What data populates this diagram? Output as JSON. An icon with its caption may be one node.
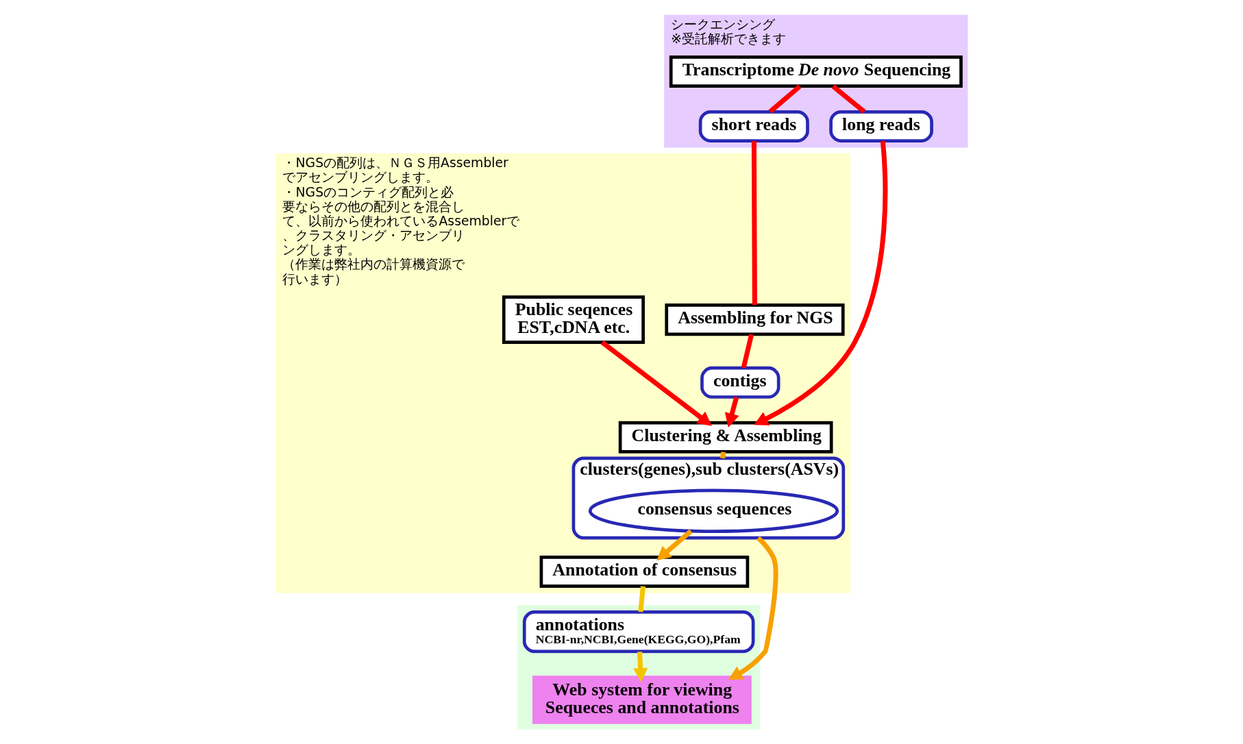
{
  "diagram": {
    "nodes": [
      {
        "text": [
          "シークエンシング",
          "※受託解析できます"
        ]
      },
      {
        "text": [
          "Transcriptome *De novo* Sequencing"
        ],
        "in": 0
      },
      {
        "text": [
          "long reads"
        ],
        "in": 0
      },
      {
        "text": [
          "short reads"
        ],
        "in": 0
      },
      {
        "text": [
          "・NGSの配列は、ＮＧＳ用Assemblerでアセンブリングします。",
          "・NGSのコンティグ配列と必要ならその他の配列とを混合して、以前から使われているAssemblerで、クラスタリング・アセンブリングします。",
          "（作業は弊社内の計算機資源で行います）"
        ]
      },
      {
        "text": [
          "Public seqences EST,cDNA etc."
        ],
        "in": 4
      },
      {
        "text": [
          "Assembling for NGS"
        ],
        "in": 4
      },
      {
        "text": [
          "contigs"
        ],
        "in": 4
      },
      {
        "text": [
          "Clustering & Assembling"
        ],
        "in": 4
      },
      {
        "text": [
          "clusters(genes),sub clusters(ASVs)"
        ],
        "in": 4
      },
      {
        "text": [
          "consensus sequences"
        ],
        "in": 9
      },
      {
        "text": [
          "Annotation of consensus"
        ],
        "in": 4
      },
      {
        "text": [],
        "shape": "band"
      },
      {
        "text": [
          "annotations",
          "NCBI-nr,NCBI,Gene(KEGG,GO),Pfam"
        ],
        "in": 12
      },
      {
        "text": [
          "Web system for viewing Sequeces and annotations"
        ],
        "in": 12
      }
    ],
    "edges": [
      {
        "from": 1,
        "to": 2,
        "arrow": "none"
      },
      {
        "from": 2,
        "to": 8,
        "arrow": "to"
      },
      {
        "from": 1,
        "to": 3,
        "arrow": "none"
      },
      {
        "from": 3,
        "to": 6,
        "arrow": "none"
      },
      {
        "from": 6,
        "to": 7,
        "arrow": "none"
      },
      {
        "from": 7,
        "to": 8,
        "arrow": "to"
      },
      {
        "from": 5,
        "to": 8,
        "arrow": "to"
      },
      {
        "from": 8,
        "to": 9,
        "arrow": "none",
        "color": "#f7a000"
      },
      {
        "from": 10,
        "to": 11,
        "arrow": "to",
        "color": "#f7a000"
      },
      {
        "from": 9,
        "to": 14,
        "arrow": "to",
        "color": "#f7a000"
      },
      {
        "from": 11,
        "to": 13,
        "arrow": "none",
        "color": "#f5c400"
      },
      {
        "from": 13,
        "to": 14,
        "arrow": "to",
        "color": "#f5c400"
      }
    ]
  }
}
